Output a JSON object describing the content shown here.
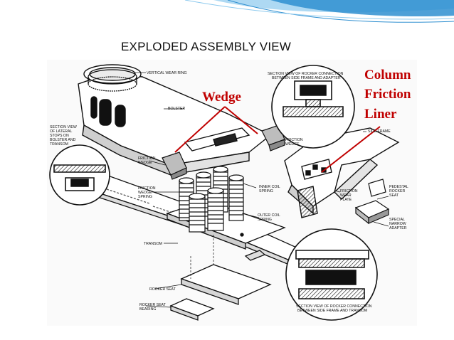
{
  "slide": {
    "title": "EXPLODED ASSEMBLY VIEW"
  },
  "callouts": {
    "wedge": "Wedge",
    "column_line1": "Column",
    "column_line2": "Friction",
    "column_line3": "Liner"
  },
  "part_labels": {
    "vertical_wear_ring": "VERTICAL WEAR RING",
    "section_rocker_se_1": "SECTION VIEW OF ROCKER CONNECTION",
    "section_rocker_se_2": "BETWEEN SIDE FRAME AND ADAPTER",
    "bolster": "BOLSTER",
    "lateral_stops_1": "SECTION VIEW",
    "lateral_stops_2": "OF LATERAL",
    "lateral_stops_3": "STOPS ON",
    "lateral_stops_4": "BOLSTER AND",
    "lateral_stops_5": "TRANSOM",
    "friction_wedge_right_1": "FRICTION",
    "friction_wedge_right_2": "WEDGE",
    "side_frame": "SIDE FRAME",
    "friction_wedge_left_1": "FRICTION",
    "friction_wedge_left_2": "WEDGE",
    "inner_coil_1": "INNER COIL",
    "inner_coil_2": "SPRING",
    "friction_wedge_spring_1": "FRICTION",
    "friction_wedge_spring_2": "WEDGE",
    "friction_wedge_spring_3": "SPRING",
    "friction_wear_plate_1": "FRICTION",
    "friction_wear_plate_2": "WEAR",
    "friction_wear_plate_3": "PLATE",
    "pedestal_rocker_1": "PEDESTAL",
    "pedestal_rocker_2": "ROCKER",
    "pedestal_rocker_3": "SEAT",
    "outer_coil_1": "OUTER COIL",
    "outer_coil_2": "SPRING",
    "special_adapter_1": "SPECIAL",
    "special_adapter_2": "NARROW",
    "special_adapter_3": "ADAPTER",
    "transom": "TRANSOM",
    "rocker_seat": "ROCKER SEAT",
    "rocker_seat_bearing_1": "ROCKER SEAT",
    "rocker_seat_bearing_2": "BEARING",
    "section_rocker_st_1": "SECTION VIEW OF ROCKER CONNECTION",
    "section_rocker_st_2": "BETWEEN SIDE FRAME AND TRANSOM"
  },
  "colors": {
    "header_blue": "#2f8fd0",
    "header_light": "#8cc9ee",
    "callout_red": "#c00000",
    "ink": "#111111"
  }
}
